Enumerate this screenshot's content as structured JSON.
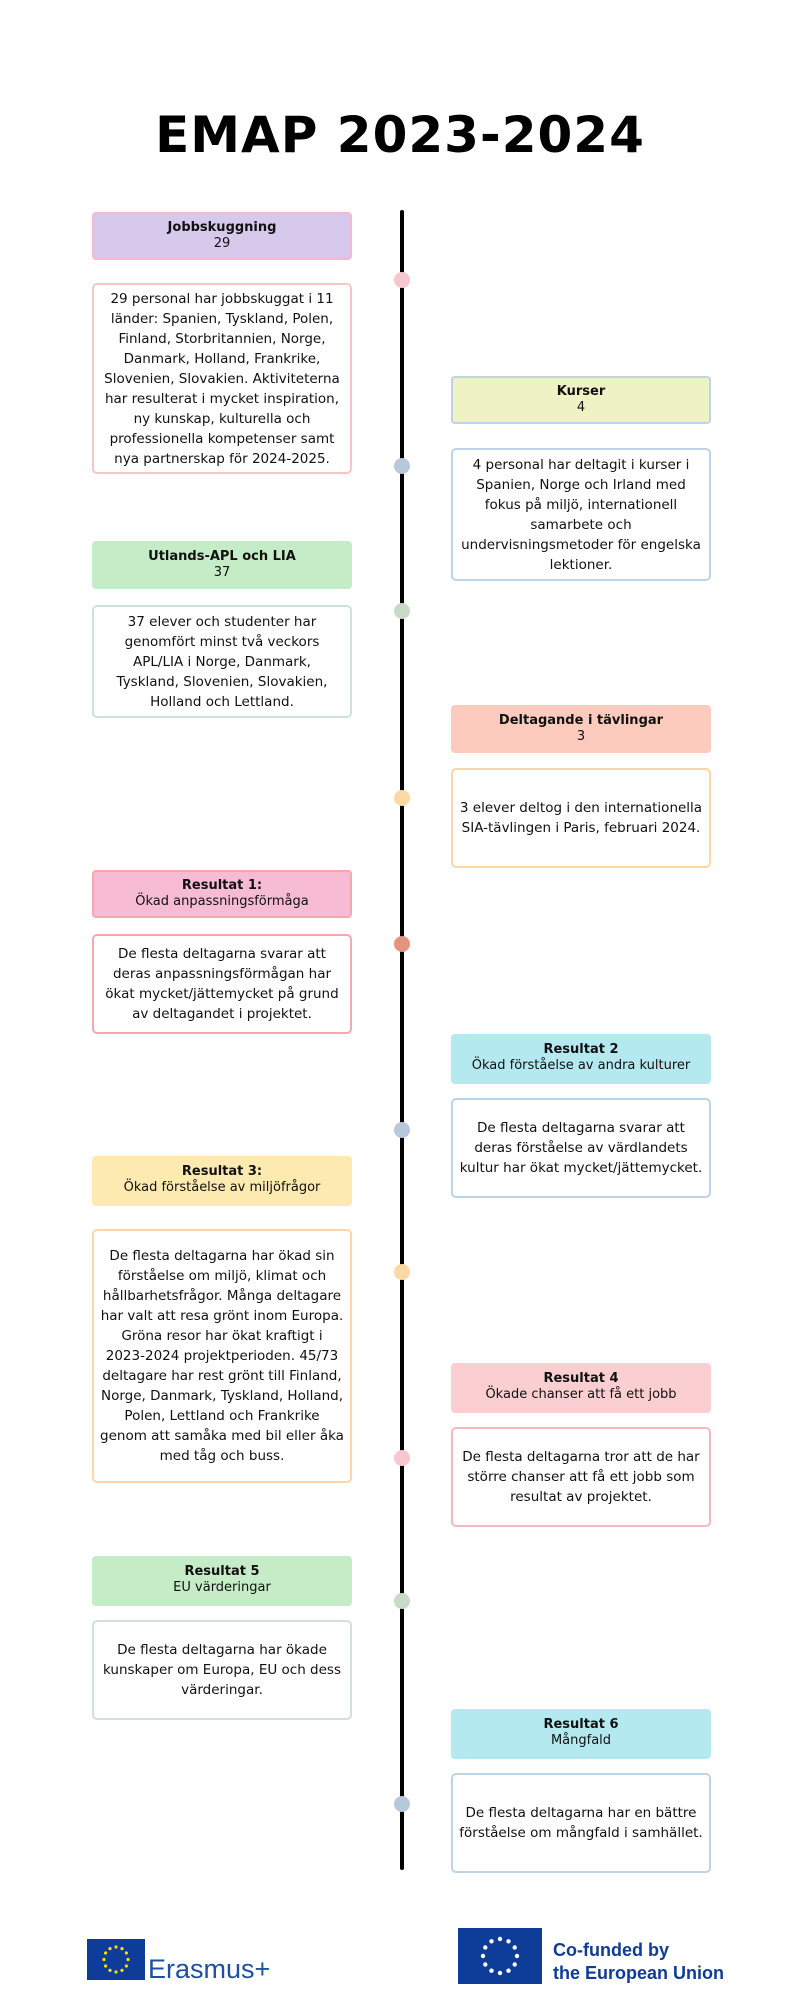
{
  "title": "EMAP 2023-2024",
  "colors": {
    "lavender": "#d7c9ec",
    "lime": "#eef3c4",
    "green": "#c5ecc6",
    "salmon": "#fdcbbd",
    "pink": "#f7bcd4",
    "cyan": "#b5e9f0",
    "yellow": "#fdeab0",
    "rose": "#fbcfd1"
  },
  "items": [
    {
      "heading": "Jobbskuggning",
      "sub": "29",
      "text": "29 personal har jobbskuggat i  11 länder: Spanien, Tyskland, Polen, Finland, Storbritannien, Norge, Danmark, Holland, Frankrike, Slovenien, Slovakien. Aktiviteterna har resulterat i mycket inspiration, ny kunskap, kulturella och professionella kompetenser samt nya partnerskap för 2024-2025."
    },
    {
      "heading": "Kurser",
      "sub": "4",
      "text": "4 personal har deltagit i kurser i Spanien, Norge och Irland med fokus på miljö, internationell samarbete och undervisningsmetoder för engelska lektioner."
    },
    {
      "heading": "Utlands-APL och LIA",
      "sub": "37",
      "text": "37 elever och studenter har genomfört minst två veckors APL/LIA i  Norge, Danmark, Tyskland, Slovenien, Slovakien, Holland och Lettland."
    },
    {
      "heading": "Deltagande i tävlingar",
      "sub": "3",
      "text": "3 elever deltog i den internationella SIA-tävlingen i Paris, februari 2024."
    },
    {
      "heading": "Resultat 1:",
      "sub": "Ökad anpassningsförmåga",
      "text": "De flesta deltagarna svarar att deras anpassningsförmågan har ökat mycket/jättemycket på grund av deltagandet i projektet."
    },
    {
      "heading": "Resultat 2",
      "sub": "Ökad förståelse av andra kulturer",
      "text": "De flesta deltagarna svarar att deras förståelse av värdlandets kultur har ökat mycket/jättemycket."
    },
    {
      "heading": "Resultat 3:",
      "sub": "Ökad förståelse av miljöfrågor",
      "text": "De flesta deltagarna har ökad sin förståelse om miljö, klimat och hållbarhetsfrågor. Många deltagare har valt att resa grönt inom Europa. Gröna resor har ökat kraftigt i 2023-2024 projektperioden.  45/73 deltagare har rest grönt till Finland, Norge, Danmark, Tyskland, Holland, Polen, Lettland och Frankrike genom att samåka med bil eller åka med tåg och buss."
    },
    {
      "heading": "Resultat 4",
      "sub": "Ökade chanser att få ett jobb",
      "text": "De flesta deltagarna tror att de har större chanser att få ett jobb som resultat av projektet."
    },
    {
      "heading": "Resultat 5",
      "sub": "EU värderingar",
      "text": "De flesta deltagarna har ökade kunskaper om Europa, EU och dess värderingar."
    },
    {
      "heading": "Resultat 6",
      "sub": "Mångfald",
      "text": "De flesta deltagarna har en bättre förståelse om mångfald i samhället."
    }
  ],
  "footer": {
    "erasmus": "Erasmus+",
    "cofunded_line1": "Co-funded by",
    "cofunded_line2": "the European Union"
  }
}
